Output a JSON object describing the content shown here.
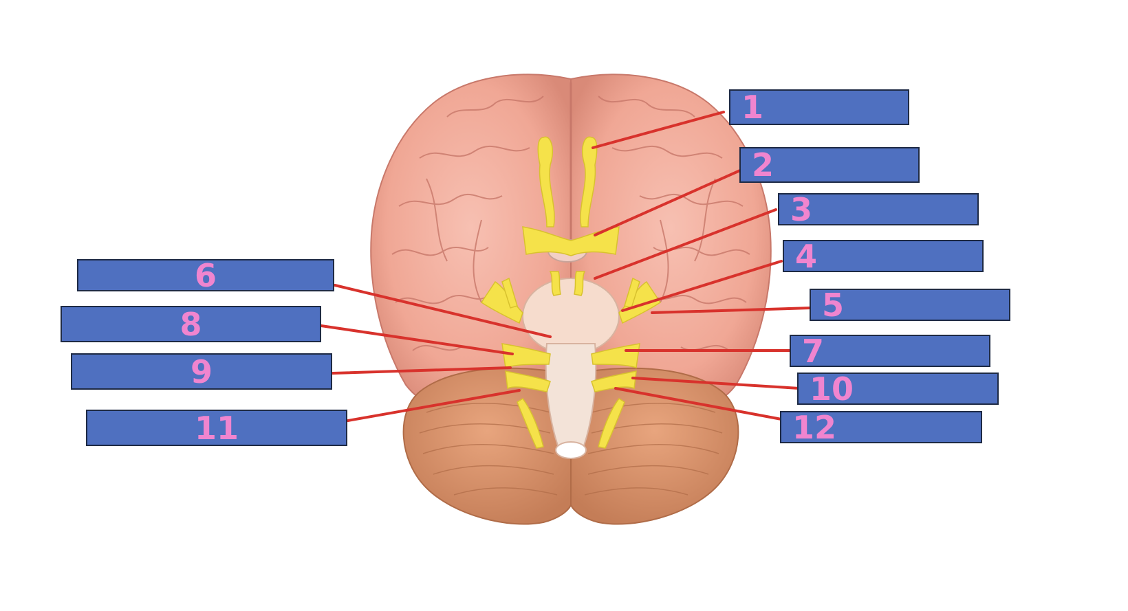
{
  "colors": {
    "label_fill": "#4f70c0",
    "label_border": "#1e2a44",
    "number_pink": "#f085cf",
    "leader_red": "#d8322c",
    "cerebrum": "#f2aa9a",
    "cerebrum_dark": "#c8786a",
    "cerebellum": "#d8926a",
    "nerve_yellow": "#f5e24a",
    "brainstem": "#f6dccd"
  },
  "labels": [
    {
      "num": "1"
    },
    {
      "num": "2"
    },
    {
      "num": "3"
    },
    {
      "num": "4"
    },
    {
      "num": "5"
    },
    {
      "num": "6"
    },
    {
      "num": "7"
    },
    {
      "num": "8"
    },
    {
      "num": "9"
    },
    {
      "num": "10"
    },
    {
      "num": "11"
    },
    {
      "num": "12"
    }
  ]
}
